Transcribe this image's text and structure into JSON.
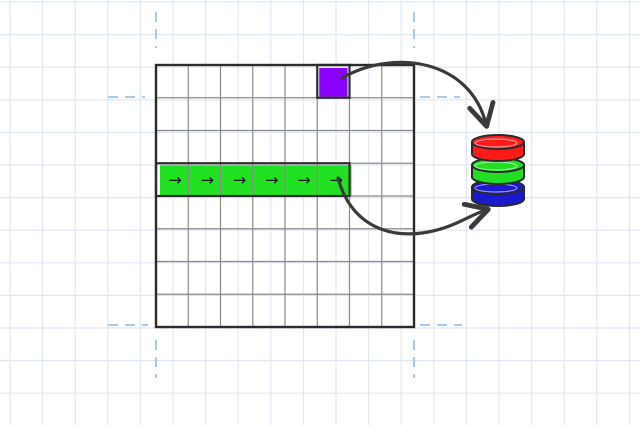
{
  "colors": {
    "background": "#ffffff",
    "paper_grid": "#dde8f3",
    "guide_dash": "#a9cbe8",
    "grid_border": "#2b2b2b",
    "grid_line": "#8a8a8a",
    "highlight_cell": "#8a00ff",
    "row_fill": "#22e022",
    "arrow_stroke": "#3a3a3a",
    "disc_top": "#ff1a1a",
    "disc_middle": "#22dd22",
    "disc_bottom": "#1a1acc",
    "disc_outline": "#2a2a2a"
  },
  "grid": {
    "rows": 8,
    "cols": 8,
    "highlight_cell": {
      "row": 0,
      "col": 5
    },
    "highlight_row": {
      "row": 3,
      "from_col": 0,
      "to_col": 5
    }
  },
  "row_arrows": [
    "→",
    "→",
    "→",
    "→",
    "→",
    "→"
  ],
  "icons": {
    "cell_arrow": "right-arrow-icon",
    "stack": "disc-stack-icon",
    "curved_arrow": "curved-arrow-icon"
  },
  "stack_discs": [
    "red",
    "green",
    "blue"
  ]
}
